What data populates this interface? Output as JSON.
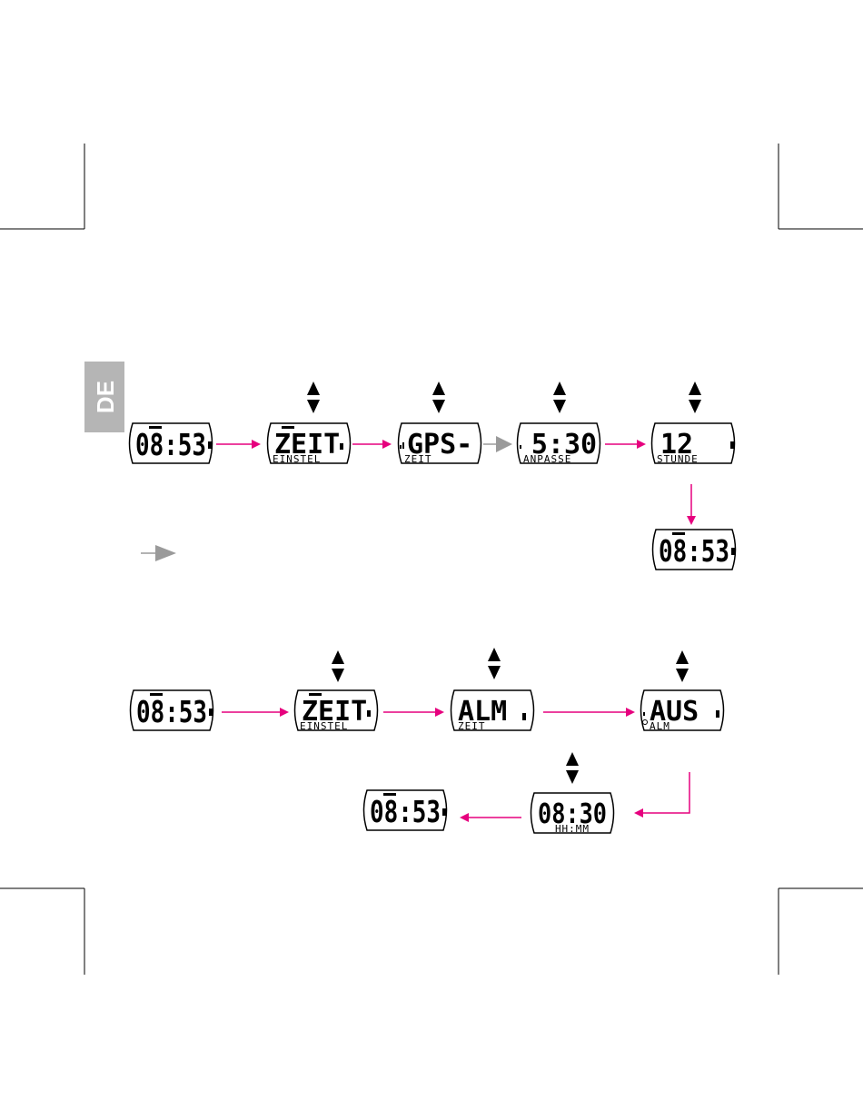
{
  "language_tab": "DE",
  "colors": {
    "flow_arrow": "#e6007e",
    "alt_arrow": "#9a9a9a",
    "tab": "#b5b5b5",
    "ink": "#000000"
  },
  "row1": [
    {
      "main": "08:53",
      "sub": ""
    },
    {
      "main": "ZEIT",
      "sub": "EINSTEL"
    },
    {
      "main": "GPS-",
      "sub": "ZEIT"
    },
    {
      "main": "5:30",
      "sub": "ANPASSE"
    },
    {
      "main": "12",
      "sub": "STUNDE"
    }
  ],
  "row1_result": {
    "main": "08:53",
    "sub": ""
  },
  "row2": [
    {
      "main": "08:53",
      "sub": ""
    },
    {
      "main": "ZEIT",
      "sub": "EINSTEL"
    },
    {
      "main": "ALM",
      "sub": "ZEIT"
    },
    {
      "main": "AUS",
      "sub": "ALM"
    }
  ],
  "row2_bottom": [
    {
      "main": "08:30",
      "sub": "HH:MM"
    },
    {
      "main": "08:53",
      "sub": ""
    }
  ]
}
